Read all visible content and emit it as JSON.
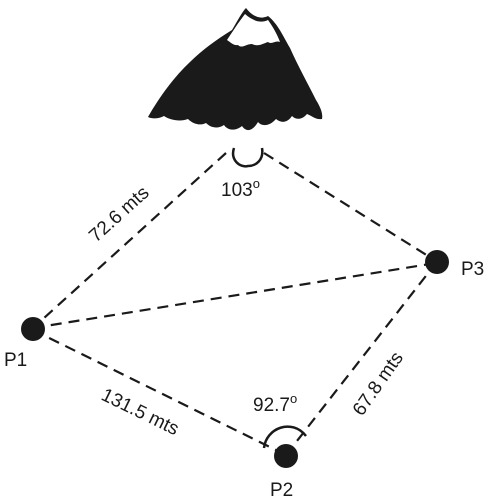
{
  "points": {
    "p1": "P1",
    "p2": "P2",
    "p3": "P3"
  },
  "distances": {
    "mountain_p1": "72.6 mts",
    "p1_p2": "131.5 mts",
    "p2_p3": "67.8 mts"
  },
  "angles": {
    "at_mountain": "103",
    "at_p2": "92.7",
    "degree_symbol": "o"
  },
  "colors": {
    "ink": "#1a1a1a",
    "snow": "#ffffff"
  },
  "icons": {
    "landmark": "mountain-icon"
  }
}
